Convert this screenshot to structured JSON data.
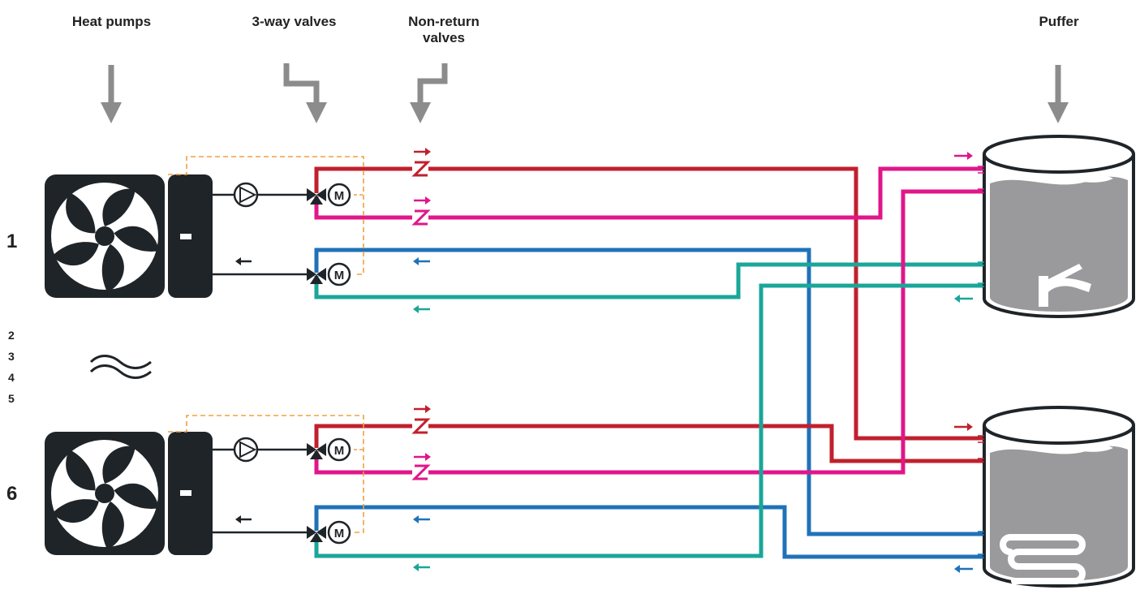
{
  "headers": {
    "heat_pumps": "Heat pumps",
    "three_way_valves": "3-way valves",
    "non_return_valves": "Non-return valves",
    "puffer": "Puffer"
  },
  "units": {
    "first": "1",
    "middle": [
      "2",
      "3",
      "4",
      "5"
    ],
    "last": "6"
  },
  "colors": {
    "hot_supply": "#c0202e",
    "pink_supply": "#e0168a",
    "blue_return": "#1f72b8",
    "teal_return": "#1aa69a",
    "unit_body": "#1f2428",
    "control_line": "#f0a040",
    "arrow_grey": "#8c8c8c",
    "tank_fill": "#9a9a9c"
  },
  "icons": {
    "heat_pump": "fan-unit-icon",
    "pump": "circulation-pump-icon",
    "motor_valve": "motorized-3-way-valve-icon",
    "check_valve": "non-return-valve-icon",
    "tank": "buffer-tank-icon",
    "tap": "hot-water-tap-icon",
    "coil": "heating-coil-icon",
    "ellipsis": "approx-wave-icon"
  }
}
